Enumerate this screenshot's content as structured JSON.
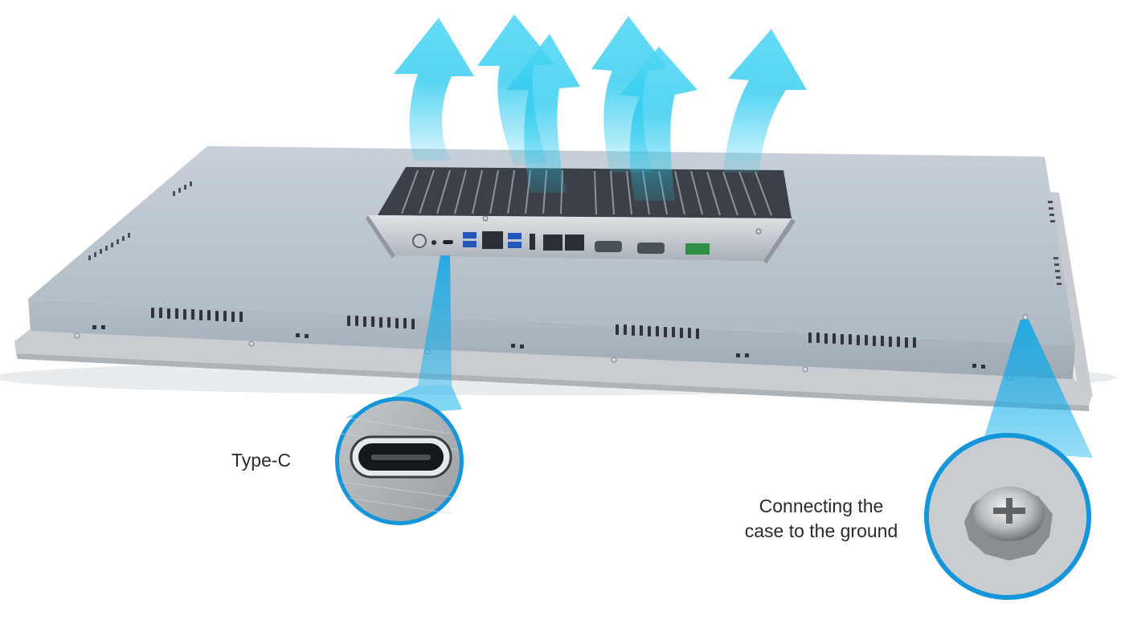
{
  "callouts": {
    "type_c": "Type-C",
    "ground_line1": "Connecting the",
    "ground_line2": "case to the ground"
  },
  "colors": {
    "panel": "#b9c4ce",
    "panel_front": "#a8b3bd",
    "bezel": "#c9cdd2",
    "heatsink": "#3c4148",
    "airflow": "#19c6ee",
    "callout_beam": "#0aa4e6",
    "callout_ring": "#1596da"
  },
  "icons": [
    "airflow-arrow-icon",
    "usb-c-port-icon",
    "ground-screw-icon",
    "power-button-icon"
  ]
}
